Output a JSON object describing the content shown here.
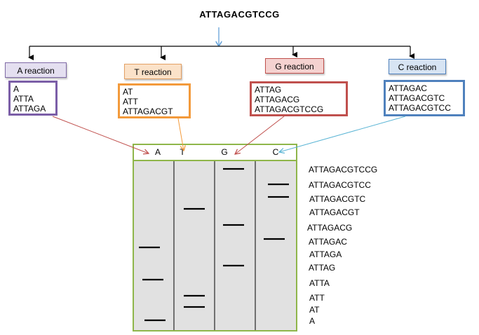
{
  "title": "ATTAGACGTCCG",
  "reactions": [
    {
      "label": "A reaction",
      "fragments": [
        "A",
        "ATTA",
        "ATTAGA"
      ],
      "label_fill": "#e4dff0",
      "label_border": "#7f6aa6",
      "box_border": "#7b5ea7"
    },
    {
      "label": "T reaction",
      "fragments": [
        "AT",
        "ATT",
        "ATTAGACGT"
      ],
      "label_fill": "#fbe2c9",
      "label_border": "#e3a064",
      "box_border": "#f39a3b"
    },
    {
      "label": "G reaction",
      "fragments": [
        "ATTAG",
        "ATTAGACG",
        "ATTAGACGTCCG"
      ],
      "label_fill": "#f5d2d0",
      "label_border": "#c0504d",
      "box_border": "#c0504d"
    },
    {
      "label": "C reaction",
      "fragments": [
        "ATTAGAC",
        "ATTAGACGTC",
        "ATTAGACGTCC"
      ],
      "label_fill": "#d7e4f3",
      "label_border": "#4f81bd",
      "box_border": "#4f81bd"
    }
  ],
  "lanes": [
    "A",
    "T",
    "G",
    "C"
  ],
  "sequences": [
    "ATTAGACGTCCG",
    "ATTAGACGTCC",
    "ATTAGACGTC",
    "ATTAGACGT",
    "ATTAGACG",
    "ATTAGAC",
    "ATTAGA",
    "ATTAG",
    "ATTA",
    "ATT",
    "AT",
    "A"
  ],
  "bands": [
    {
      "lane": "A",
      "fragment": "ATTAGA"
    },
    {
      "lane": "A",
      "fragment": "ATTA"
    },
    {
      "lane": "A",
      "fragment": "A"
    },
    {
      "lane": "T",
      "fragment": "ATTAGACGT"
    },
    {
      "lane": "T",
      "fragment": "ATT"
    },
    {
      "lane": "T",
      "fragment": "AT"
    },
    {
      "lane": "G",
      "fragment": "ATTAGACGTCCG"
    },
    {
      "lane": "G",
      "fragment": "ATTAGACG"
    },
    {
      "lane": "G",
      "fragment": "ATTAG"
    },
    {
      "lane": "C",
      "fragment": "ATTAGACGTCC"
    },
    {
      "lane": "C",
      "fragment": "ATTAGACGTC"
    },
    {
      "lane": "C",
      "fragment": "ATTAGAC"
    }
  ],
  "colors": {
    "gel_border": "#8fb64a",
    "gel_fill": "#e1e1e1",
    "down_arrow": "#5b9bd5"
  }
}
